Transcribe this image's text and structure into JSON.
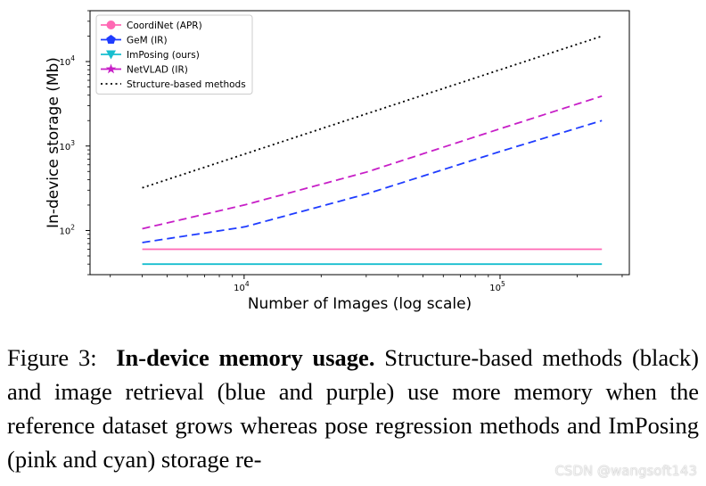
{
  "chart_data": {
    "type": "line",
    "xlabel": "Number of Images (log scale)",
    "ylabel": "In-device storage (Mb)",
    "xscale": "log",
    "yscale": "log",
    "xlim": [
      2500,
      320000
    ],
    "ylim": [
      30,
      40000
    ],
    "xticks": [
      {
        "value": 10000,
        "base": "10",
        "exp": "4"
      },
      {
        "value": 100000,
        "base": "10",
        "exp": "5"
      }
    ],
    "yticks": [
      {
        "value": 100,
        "base": "10",
        "exp": "2"
      },
      {
        "value": 1000,
        "base": "10",
        "exp": "3"
      },
      {
        "value": 10000,
        "base": "10",
        "exp": "4"
      }
    ],
    "legend_position": "top-left",
    "grid": false,
    "series": [
      {
        "name": "CoordiNet (APR)",
        "color": "#ff69b4",
        "style": "solid",
        "marker": "circle",
        "x": [
          4000,
          250000
        ],
        "y": [
          60,
          60
        ]
      },
      {
        "name": "GeM (IR)",
        "color": "#1f3cff",
        "style": "dashed",
        "marker": "pentagon",
        "x": [
          4000,
          10000,
          30000,
          100000,
          250000
        ],
        "y": [
          72,
          110,
          270,
          860,
          2000
        ]
      },
      {
        "name": "ImPosing (ours)",
        "color": "#17becf",
        "style": "solid",
        "marker": "triangle-down",
        "x": [
          4000,
          250000
        ],
        "y": [
          40,
          40
        ]
      },
      {
        "name": "NetVLAD (IR)",
        "color": "#c71fc7",
        "style": "dashed",
        "marker": "star",
        "x": [
          4000,
          10000,
          30000,
          100000,
          250000
        ],
        "y": [
          105,
          200,
          490,
          1600,
          3900
        ]
      },
      {
        "name": "Structure-based methods",
        "color": "#000000",
        "style": "dotted",
        "marker": "none",
        "x": [
          4000,
          250000
        ],
        "y": [
          320,
          20000
        ]
      }
    ]
  },
  "caption": {
    "figure_label": "Figure 3:",
    "bold_title": "In-device memory usage.",
    "body": "Structure-based methods (black) and image retrieval (blue and purple) use more memory when the reference dataset grows whereas pose regression methods and ImPosing (pink and cyan) storage re-"
  },
  "watermark": "CSDN @wangsoft143"
}
